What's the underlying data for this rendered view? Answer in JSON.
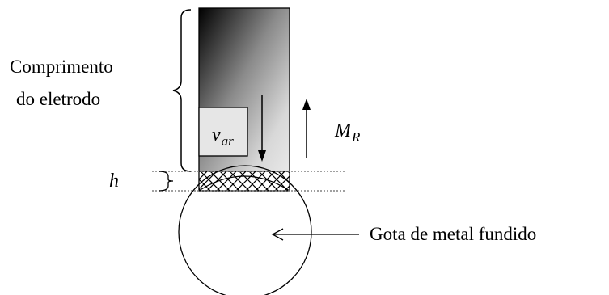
{
  "labels": {
    "electrode_length_line1": "Comprimento",
    "electrode_length_line2": "do eletrodo",
    "h": "h",
    "v_main": "v",
    "v_sub": "ar",
    "m_main": "M",
    "m_sub": "R",
    "droplet": "Gota de metal fundido"
  },
  "colors": {
    "electrode_dark": "#000000",
    "electrode_light": "#e6e6e6",
    "stroke": "#000000",
    "dotted": "#808080",
    "background": "#ffffff"
  }
}
